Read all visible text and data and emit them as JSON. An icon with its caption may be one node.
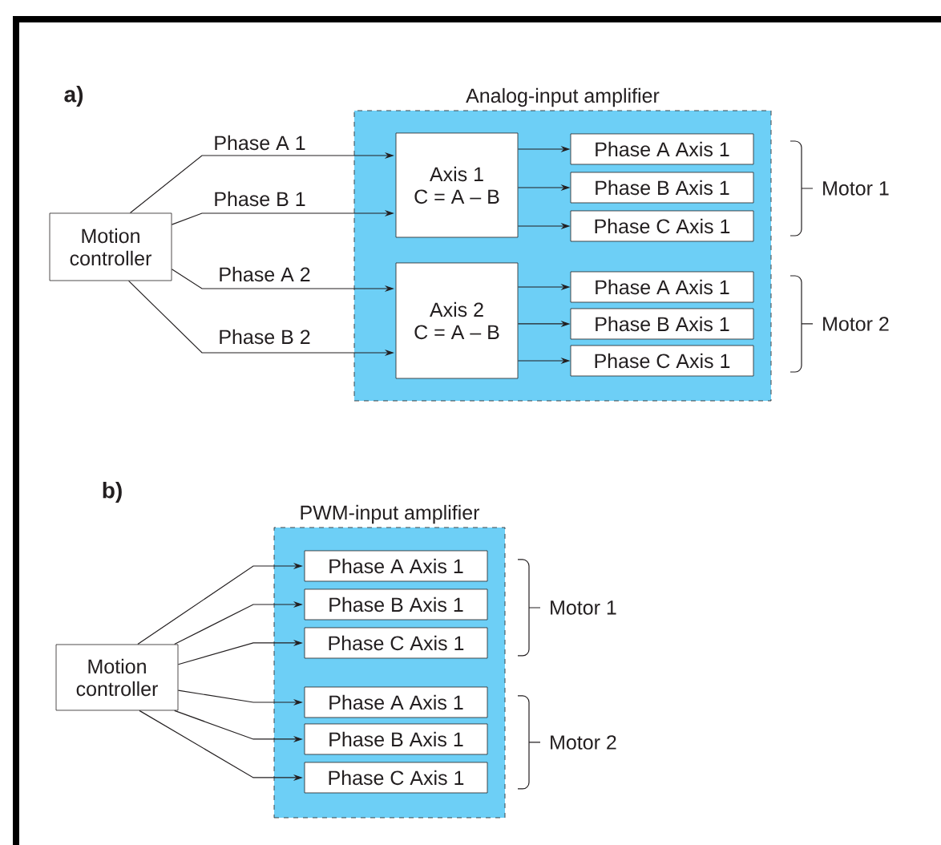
{
  "diagram": {
    "nodes": [
      {
        "text": [
          "Analog-input amplifier"
        ]
      },
      {
        "text": [
          "Motion controller"
        ]
      },
      {
        "text": [
          "Axis 1",
          "C = A – B"
        ],
        "in": 0
      },
      {
        "text": [
          "Phase A Axis 1"
        ],
        "in": 0
      },
      {
        "text": [
          "Phase B Axis 1"
        ],
        "in": 0
      },
      {
        "text": [
          "Phase C Axis 1"
        ],
        "in": 0
      },
      {
        "text": [
          "Axis 2",
          "C = A – B"
        ],
        "in": 0
      },
      {
        "text": [
          "Phase A Axis 1"
        ],
        "in": 0
      },
      {
        "text": [
          "Phase B Axis 1"
        ],
        "in": 0
      },
      {
        "text": [
          "Phase C Axis 1"
        ],
        "in": 0
      },
      {
        "text": [
          "PWM-input amplifier"
        ]
      },
      {
        "text": [
          "Motion controller"
        ]
      },
      {
        "text": [
          "Phase A Axis 1"
        ],
        "in": 10
      },
      {
        "text": [
          "Phase B Axis 1"
        ],
        "in": 10
      },
      {
        "text": [
          "Phase C Axis 1"
        ],
        "in": 10
      },
      {
        "text": [
          "Phase A Axis 1"
        ],
        "in": 10
      },
      {
        "text": [
          "Phase B Axis 1"
        ],
        "in": 10
      },
      {
        "text": [
          "Phase C Axis 1"
        ],
        "in": 10
      }
    ],
    "edges": [
      {
        "from": 1,
        "to": 2,
        "arrow": "to",
        "label": "Phase A 1"
      },
      {
        "from": 1,
        "to": 2,
        "arrow": "to",
        "label": "Phase B 1"
      },
      {
        "from": 1,
        "to": 6,
        "arrow": "to",
        "label": "Phase A 2"
      },
      {
        "from": 1,
        "to": 6,
        "arrow": "to",
        "label": "Phase B 2"
      },
      {
        "from": 2,
        "to": 3,
        "arrow": "to"
      },
      {
        "from": 2,
        "to": 4,
        "arrow": "to"
      },
      {
        "from": 2,
        "to": 5,
        "arrow": "to"
      },
      {
        "from": 6,
        "to": 7,
        "arrow": "to"
      },
      {
        "from": 6,
        "to": 8,
        "arrow": "to"
      },
      {
        "from": 6,
        "to": 9,
        "arrow": "to"
      },
      {
        "from": 11,
        "to": 12,
        "arrow": "to"
      },
      {
        "from": 11,
        "to": 13,
        "arrow": "to"
      },
      {
        "from": 11,
        "to": 14,
        "arrow": "to"
      },
      {
        "from": 11,
        "to": 15,
        "arrow": "to"
      },
      {
        "from": 11,
        "to": 16,
        "arrow": "to"
      },
      {
        "from": 11,
        "to": 17,
        "arrow": "to"
      }
    ],
    "labels": [
      "a)",
      "Motor 1",
      "Motor 2",
      "b)",
      "Motor 1",
      "Motor 2"
    ]
  }
}
